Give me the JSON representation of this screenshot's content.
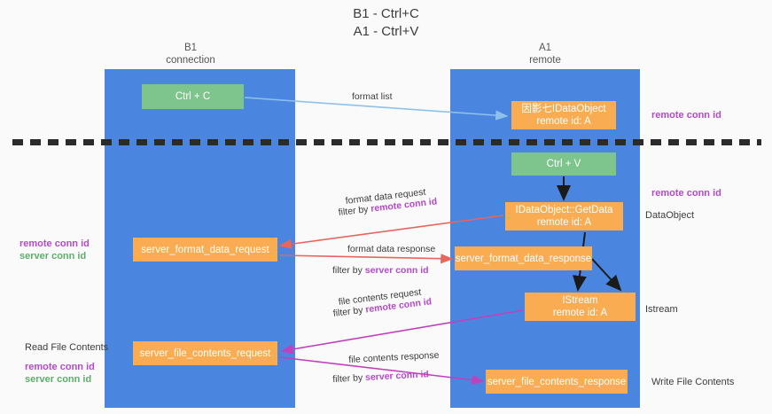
{
  "title": {
    "line1": "B1 - Ctrl+C",
    "line2": "A1 - Ctrl+V"
  },
  "columns": [
    {
      "name": "B1",
      "subtitle": "connection",
      "color": "#4a86e0"
    },
    {
      "name": "A1",
      "subtitle": "remote",
      "color": "#4a86e0"
    }
  ],
  "nodes": {
    "ctrl_c": {
      "label": "Ctrl + C",
      "color": "#7dc58c"
    },
    "idataobject": {
      "line1": "因影七IDataObject",
      "line2": "remote id: A",
      "color": "#f9ac51"
    },
    "ctrl_v": {
      "label": "Ctrl + V",
      "color": "#7dc58c"
    },
    "getdata": {
      "line1": "IDataObject::GetData",
      "line2": "remote id: A",
      "color": "#f9ac51"
    },
    "server_format_data_request": {
      "label": "server_format_data_request",
      "color": "#f9ac51"
    },
    "server_format_data_response": {
      "label": "server_format_data_response",
      "color": "#f9ac51"
    },
    "istream": {
      "line1": "IStream",
      "line2": "remote id: A",
      "color": "#f9ac51"
    },
    "server_file_contents_request": {
      "label": "server_file_contents_request",
      "color": "#f9ac51"
    },
    "server_file_contents_response": {
      "label": "server_file_contents_response",
      "color": "#f9ac51"
    }
  },
  "annotations": {
    "remote_conn_id_top": "remote conn id",
    "remote_conn_id_mid": "remote conn id",
    "dataobject": "DataObject",
    "istream": "Istream",
    "write_file_contents": "Write File Contents",
    "read_file_contents": "Read File Contents",
    "remote_conn_id": "remote conn id",
    "server_conn_id": "server conn id"
  },
  "edges": {
    "format_list": "format list",
    "format_data_request": "format data request",
    "format_data_request_filter_prefix": "filter by ",
    "format_data_request_filter_value": "remote conn id",
    "format_data_response": "format data response",
    "format_data_response_filter_prefix": "filter by ",
    "format_data_response_filter_value": "server conn id",
    "file_contents_request": "file contents request",
    "file_contents_request_filter_prefix": "filter by ",
    "file_contents_request_filter_value": "remote conn id",
    "file_contents_response": "file contents response",
    "file_contents_response_filter_prefix": "filter by ",
    "file_contents_response_filter_value": "server conn id"
  },
  "colors": {
    "lane": "#4a86e0",
    "green_node": "#7dc58c",
    "orange_node": "#f9ac51",
    "purple_text": "#b449c9",
    "green_text": "#5caf6a",
    "arrow_blue": "#8fc0ec",
    "arrow_red": "#e8645c",
    "arrow_magenta": "#c23fbe",
    "arrow_black": "#1a1a1a",
    "divider": "#2b2b2b"
  }
}
